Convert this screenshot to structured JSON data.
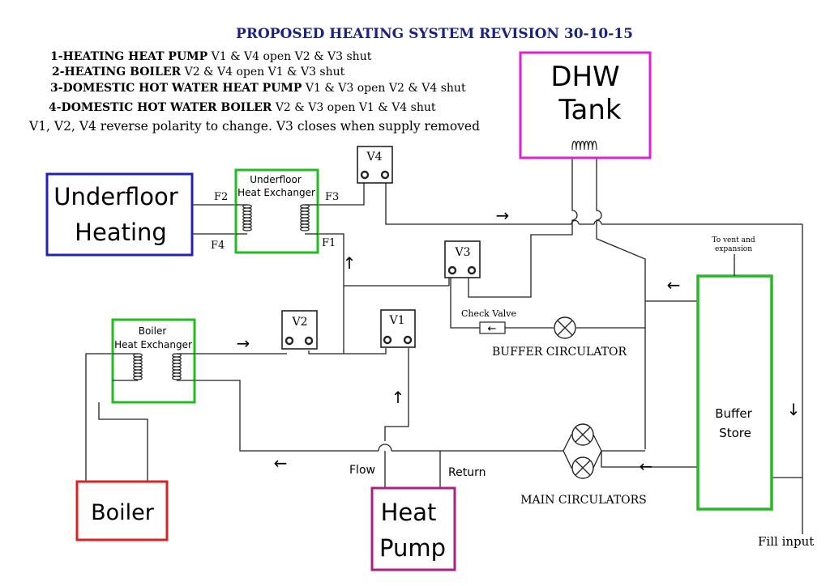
{
  "title": "PROPOSED HEATING SYSTEM REVISION 30-10-15",
  "modes": [
    {
      "bold": "1-HEATING  HEAT PUMP",
      "rest": " V1 & V4 open V2 & V3 shut"
    },
    {
      "bold": "2-HEATING   BOILER",
      "rest": " V2 & V4 open V1 & V3 shut"
    },
    {
      "bold": "3-DOMESTIC HOT WATER HEAT PUMP",
      "rest": " V1 & V3 open V2 & V4 shut"
    },
    {
      "bold": "4-DOMESTIC HOT WATER BOILER",
      "rest": " V2 & V3 open V1 & V4 shut"
    }
  ],
  "note": "V1, V2, V4 reverse polarity to change. V3 closes when supply removed",
  "components": {
    "dhw_tank": {
      "line1": "DHW",
      "line2": "Tank"
    },
    "underfloor_heating": {
      "line1": "Underfloor",
      "line2": "Heating"
    },
    "underfloor_hx": {
      "line1": "Underfloor",
      "line2": "Heat Exchanger"
    },
    "boiler_hx": {
      "line1": "Boiler",
      "line2": "Heat Exchanger"
    },
    "boiler": "Boiler",
    "heat_pump": {
      "line1": "Heat",
      "line2": "Pump"
    },
    "buffer_store": {
      "line1": "Buffer",
      "line2": "Store"
    }
  },
  "valves": {
    "v1": "V1",
    "v2": "V2",
    "v3": "V3",
    "v4": "V4"
  },
  "labels": {
    "f1": "F1",
    "f2": "F2",
    "f3": "F3",
    "f4": "F4",
    "check_valve": "Check Valve",
    "buffer_circulator": "BUFFER CIRCULATOR",
    "main_circulators": "MAIN CIRCULATORS",
    "flow": "Flow",
    "return": "Return",
    "vent_line1": "To vent and",
    "vent_line2": "expansion",
    "fill_input": "Fill input"
  },
  "arrows": {
    "right": "→",
    "left": "←",
    "up": "↑",
    "down": "↓"
  },
  "colors": {
    "title": "#1a237e",
    "dhw_tank": "#e020d0",
    "underfloor_heating": "#2222bb",
    "heat_exchanger": "#22bb22",
    "boiler": "#dd2222",
    "heat_pump": "#aa1f88",
    "buffer_store": "#22bb22"
  }
}
